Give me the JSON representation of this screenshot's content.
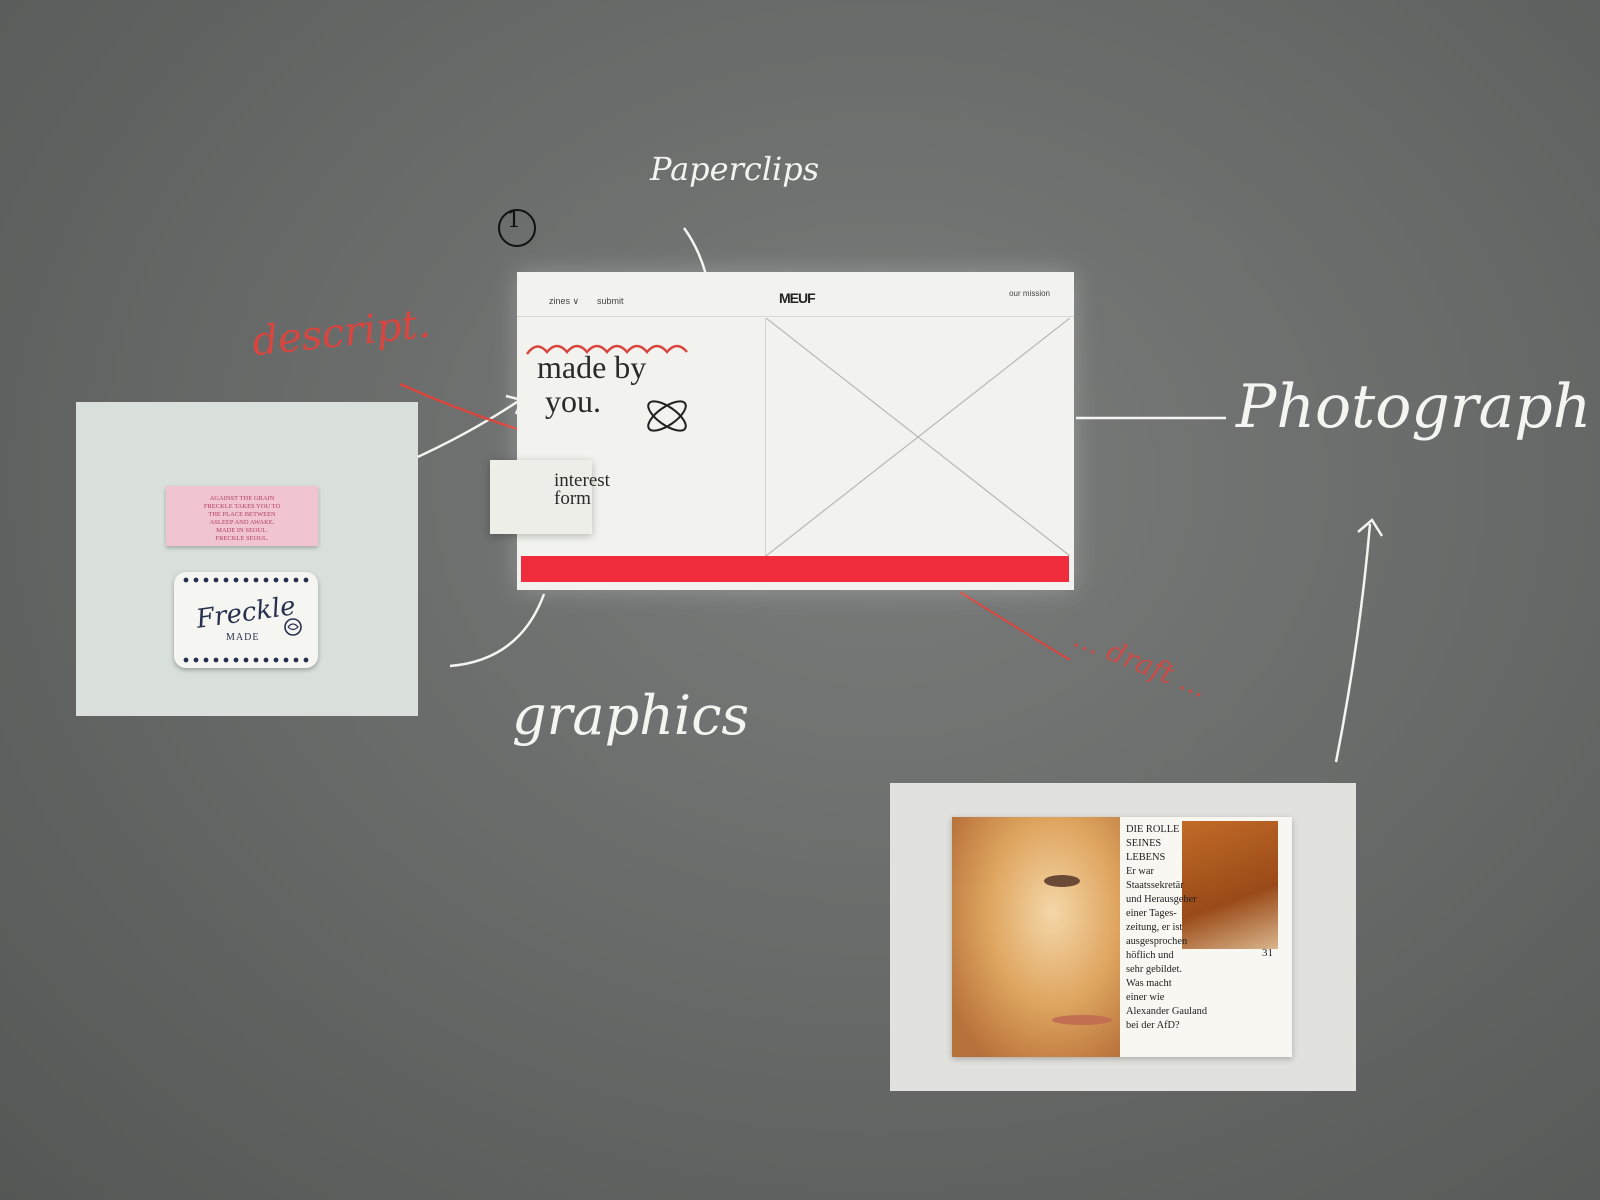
{
  "annotations": {
    "number": "1",
    "paperclips": "Paperclips",
    "descript": "descript.",
    "photograph": "Photograph",
    "graphics": "graphics",
    "red_note": "... draft ..."
  },
  "wireframe": {
    "nav": {
      "zines": "zines ∨",
      "submit": "submit",
      "logo": "MEUF",
      "mission": "our mission"
    },
    "headline": "made by\n you.",
    "form_label": "interest\nform",
    "accent_color": "#ef2b3c"
  },
  "left_card": {
    "pink_tag_text": "AGAINST THE GRAIN\nFRECKLE TAKES YOU TO\nTHE PLACE BETWEEN\nASLEEP AND AWAKE.\nMADE IN SEOUL.\nFRECKLE SEOUL.",
    "white_tag_script": "Freckle",
    "white_tag_made": "MADE"
  },
  "right_card": {
    "magazine_text": "DIE ROLLE\nSEINES\nLEBENS\nEr war\nStaatssekretär\nund Herausgeber\neiner Tages-\nzeitung, er ist\nausgesprochen\nhöflich und\nsehr gebildet.\nWas macht\neiner wie\nAlexander Gauland\nbei der AfD?",
    "page_number": "31"
  }
}
